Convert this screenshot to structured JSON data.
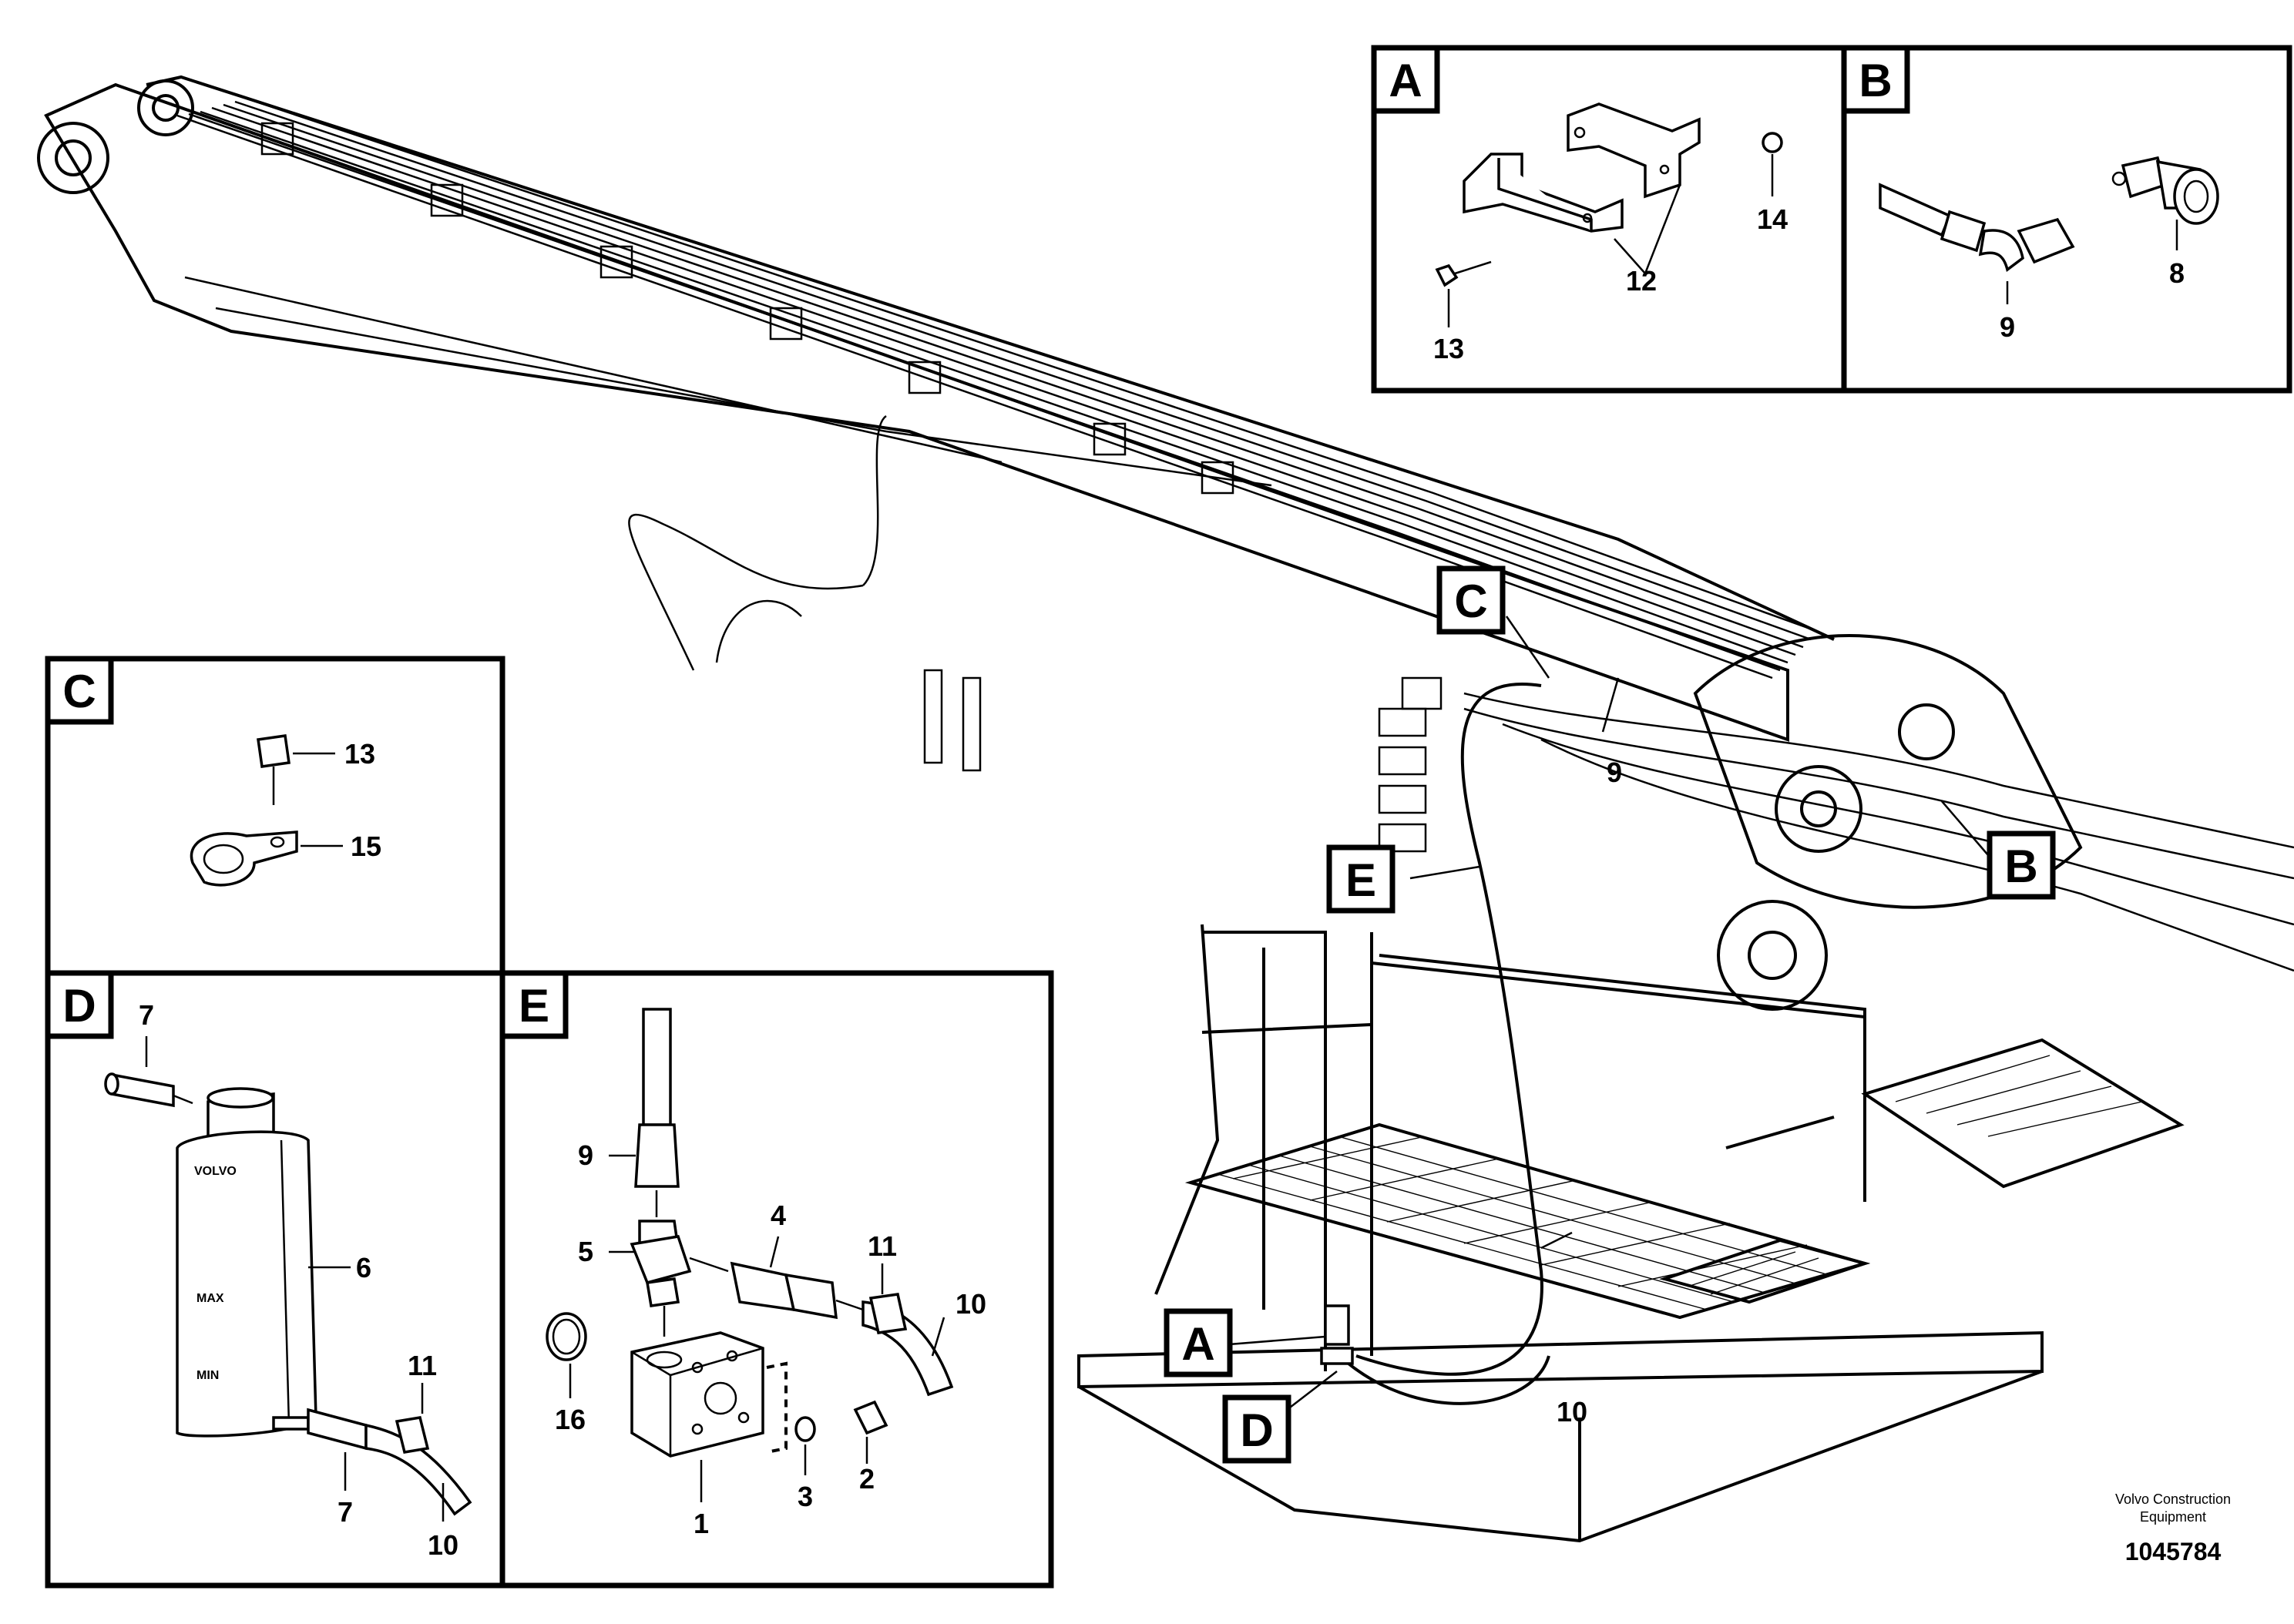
{
  "figure": {
    "brand_line1": "Volvo Construction",
    "brand_line2": "Equipment",
    "drawing_number": "1045784"
  },
  "detail_tags": {
    "A": "A",
    "B": "B",
    "C": "C",
    "D": "D",
    "E": "E"
  },
  "callouts": {
    "main_9": "9",
    "main_10": "10",
    "A_12": "12",
    "A_13": "13",
    "A_14": "14",
    "B_8": "8",
    "B_9": "9",
    "C_13": "13",
    "C_15": "15",
    "D_7a": "7",
    "D_6": "6",
    "D_11": "11",
    "D_7b": "7",
    "D_10": "10",
    "E_9": "9",
    "E_5": "5",
    "E_4": "4",
    "E_11": "11",
    "E_10": "10",
    "E_16": "16",
    "E_1": "1",
    "E_3": "3",
    "E_2": "2"
  },
  "bottle_marks": {
    "brand": "VOLVO",
    "max": "MAX",
    "min": "MIN"
  }
}
